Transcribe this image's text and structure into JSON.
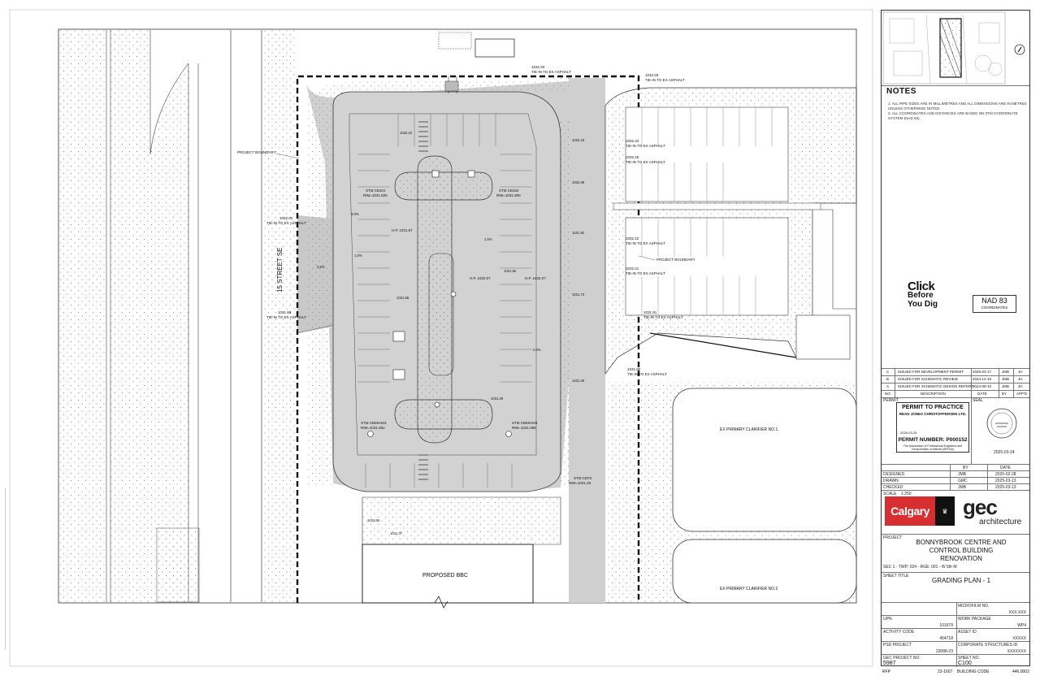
{
  "drawing": {
    "street_label": "15 STREET SE",
    "project_boundary_left": "PROJECT BOUNDARY",
    "project_boundary_right": "PROJECT BOUNDARY",
    "proposed_building": "PROPOSED BBC",
    "clarifier_1": "EX PRIMARY CLARIFIER NO.1",
    "clarifier_2": "EX PRIMARY CLARIFIER NO.2",
    "tie_in_top_elev": "1032.33",
    "tie_in_top": "TIE-IN TO EX ASPHALT",
    "tie_in_left_1_elev": "1032.02",
    "tie_in_left_1": "TIE-IN TO EX ASPHALT",
    "tie_in_left_2_elev": "1031.88",
    "tie_in_left_2": "TIE-IN TO EX ASPHALT",
    "tie_in_right": [
      {
        "elev": "1032.29",
        "text": "TIE-IN TO EX ASPHALT"
      },
      {
        "elev": "1032.23",
        "text": "TIE-IN TO EX ASPHALT"
      },
      {
        "elev": "1032.26",
        "text": "TIE-IN TO EX ASPHALT"
      },
      {
        "elev": "1032.22",
        "text": "TIE-IN TO EX ASPHALT"
      },
      {
        "elev": "1032.21",
        "text": "TIE-IN TO EX ASPHALT"
      },
      {
        "elev": "1031.91",
        "text": "TIE-IN TO EX ASPHALT"
      },
      {
        "elev": "1031.80",
        "text": "TIE-IN TO EX ASPHALT"
      }
    ],
    "cb_left": {
      "name": "STM CB101",
      "rim": "RIM=1031.820"
    },
    "cb_right": {
      "name": "STM CB102",
      "rim": "RIM=1031.800"
    },
    "cbmh_left": {
      "name": "STM CBMH103",
      "rim": "RIM=1031.062"
    },
    "cbmh_right": {
      "name": "STM CBMH104",
      "rim": "RIM=1031.085"
    },
    "cb_bottom": {
      "name": "STM CB73",
      "rim": "RIM=1031.20"
    },
    "hp_1": "H.P. 1031.97",
    "hp_2": "H.P. 1032.07",
    "hp_3": "H.P. 1032.07",
    "spot_elevations": [
      "1032.18",
      "1032.10",
      "1032.06",
      "1031.92",
      "1031.73",
      "1031.49",
      "1031.29",
      "1031.55",
      "1031.37",
      "1031.66",
      "1031.86"
    ],
    "slopes": [
      "3.0%",
      "1.5%",
      "1.0%",
      "2.0%",
      "2.5%"
    ]
  },
  "titleblock": {
    "notes_title": "NOTES",
    "notes": [
      "1.  ALL PIPE SIZES ARE IN MILLIMETRES AND ALL DIMENSIONS ARE IN METRES",
      "     UNLESS OTHERWISE NOTED.",
      "2.  ALL COORDINATES AND DISTANCES ARE BASED ON 3TM COORDINATE",
      "     SYSTEM (NAD 83)."
    ],
    "click_before": "Click",
    "click_before_2": "Before",
    "click_before_3": "You Dig",
    "nad": "NAD 83",
    "nad_sub": "COORDINATES",
    "revisions": [
      {
        "no": "C",
        "desc": "ISSUED FOR DEVELOPMENT PERMIT",
        "date": "2025-03-17",
        "by": "JMB",
        "appd": "JH"
      },
      {
        "no": "B",
        "desc": "ISSUED FOR SCHEMATIC REVIEW",
        "date": "2024-12-19",
        "by": "JMB",
        "appd": "JH"
      },
      {
        "no": "A",
        "desc": "ISSUED FOR SCHEMATIC DESIGN REPORT",
        "date": "2024-09-10",
        "by": "JMB",
        "appd": "JH"
      }
    ],
    "rev_header": {
      "no": "NO.",
      "desc": "DESCRIPTION",
      "date": "DATE",
      "by": "BY",
      "appd": "APP'D"
    },
    "permit_label": "PERMIT",
    "seal_label": "SEAL",
    "permit_title": "PERMIT TO PRACTICE",
    "permit_firm": "READ JONES CHRISTOFFERSEN LTD.",
    "permit_number": "PERMIT NUMBER: P000152",
    "permit_assoc": "The Association of Professional Engineers and Geoscientists of Alberta (APEGA)",
    "permit_date": "2025-03-25",
    "seal_date": "2025-03-24",
    "by_label": "BY",
    "date_label": "DATE",
    "designed": {
      "label": "DESIGNED",
      "by": "JMB",
      "date": "2025-02-28"
    },
    "drawn": {
      "label": "DRAWN",
      "by": "GMC",
      "date": "2025-03-13"
    },
    "checked": {
      "label": "CHECKED",
      "by": "JMB",
      "date": "2025-03-13"
    },
    "scale_label": "SCALE",
    "scale_value": "1:250",
    "calgary": "Calgary",
    "gec": "gec",
    "gec_sub": "architecture",
    "project_label": "PROJECT",
    "project_name": "BONNYBROOK CENTRE AND\nCONTROL BUILDING\nRENOVATION",
    "sec": "SEC   1 - TWP: 024 - RGE: 001 - W 5th M",
    "sheet_title_label": "SHEET TITLE",
    "sheet_title": "GRADING PLAN - 1",
    "microfilm_label": "MICROFILM NO.",
    "microfilm_value": "XXX.XXX",
    "upn_label": "UPN",
    "upn_value": "101679",
    "work_package_label": "WORK PACKAGE",
    "work_package_value": "WP4",
    "activity_label": "ACTIVITY CODE",
    "activity_value": "454718",
    "asset_label": "ASSET ID",
    "asset_value": "XXXXX",
    "psd_label": "PSD PROJECT",
    "psd_value": "23088-23",
    "corp_label": "CORPORATE STRUCTURES ID",
    "corp_value": "XXXXXXX",
    "gec_proj_label": "GEC PROJECT NO.",
    "gec_proj_value": "5987",
    "sheet_no_label": "SHEET NO.",
    "sheet_no_value": "C100",
    "rfp_label": "RFP",
    "rfp_value": "23-1607",
    "building_code_label": "BUILDING CODE",
    "building_code_value": "446.0002"
  }
}
